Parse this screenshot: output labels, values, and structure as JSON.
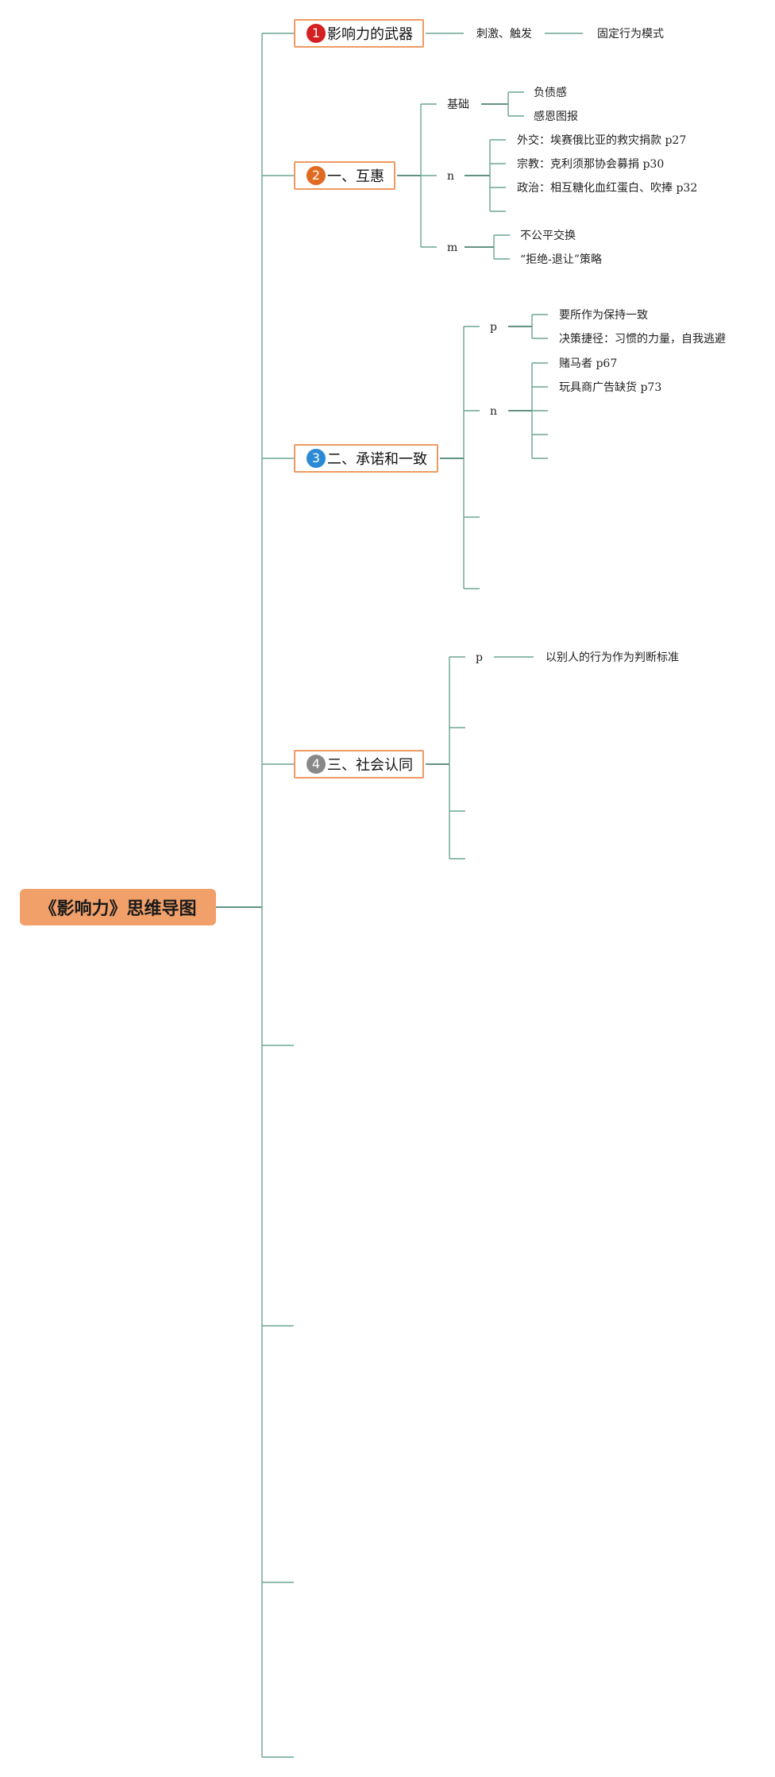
{
  "root": {
    "title": "《影响力》思维导图",
    "color": "#f2a06a"
  },
  "branches": [
    {
      "num": "1",
      "label": "影响力的武器",
      "badge_color": "#d42020"
    },
    {
      "num": "2",
      "label": "一、互惠",
      "badge_color": "#e06a20"
    },
    {
      "num": "3",
      "label": "二、承诺和一致",
      "badge_color": "#2a8ad6"
    },
    {
      "num": "4",
      "label": "三、社会认同",
      "badge_color": "#888888"
    }
  ],
  "b1": {
    "sub": "刺激、触发",
    "leaf": "固定行为模式"
  },
  "b2": {
    "basis": "基础",
    "basis_items": [
      "负债感",
      "感恩图报"
    ],
    "n": "n",
    "n_items": [
      "外交：埃赛俄比亚的救灾捐款 p27",
      "宗教：克利须那协会募捐 p30",
      "政治：相互糖化血红蛋白、吹捧 p32"
    ],
    "m": "m",
    "m_items": [
      "不公平交换",
      "“拒绝-退让”策略"
    ]
  },
  "b3": {
    "p": "p",
    "p_items": [
      "要所作为保持一致",
      "决策捷径：习惯的力量，自我逃避"
    ],
    "n": "n",
    "n_items": [
      "赌马者 p67",
      "玩具商广告缺货 p73"
    ]
  },
  "b4": {
    "p": "p",
    "p_item": "以别人的行为作为判断标准"
  },
  "colors": {
    "line": "#6aa690",
    "line_dark": "#2f6d5c",
    "branch_border": "#ef9a62"
  }
}
